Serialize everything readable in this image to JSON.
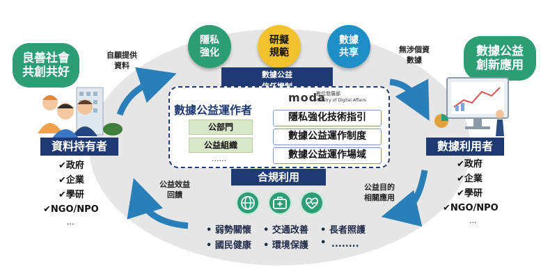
{
  "left_bubble": {
    "line1": "良善社會",
    "line2": "共創共好"
  },
  "right_bubble": {
    "line1": "數據公益",
    "line2": "創新應用"
  },
  "top_left_text": {
    "line1": "自願提供",
    "line2": "資料"
  },
  "top_right_text": {
    "line1": "無涉個資",
    "line2": "數據"
  },
  "bottom_left_text": {
    "line1": "公益效益",
    "line2": "回饋"
  },
  "bottom_right_text": {
    "line1": "公益目的",
    "line2": "相關應用"
  },
  "circles": [
    {
      "line1": "隱私",
      "line2": "強化",
      "color": "#2d9d74"
    },
    {
      "line1": "研擬",
      "line2": "規範",
      "color": "#f2c12e"
    },
    {
      "line1": "數據",
      "line2": "共享",
      "color": "#1e8fc6"
    }
  ],
  "trust_header": {
    "line1": "數據公益",
    "line2": "信任機制"
  },
  "operator": {
    "title": "數據公益運作者",
    "items": [
      "公部門",
      "公益組織"
    ],
    "ellipsis": "......"
  },
  "moda": {
    "logo": "moda",
    "zh": "數位發展部",
    "en": "Ministry of Digital Affairs"
  },
  "guides": [
    "隱私強化技術指引",
    "數據公益運作制度",
    "數據公益運作場域"
  ],
  "compliance": "合規利用",
  "data_holder": {
    "title": "資料持有者",
    "items": [
      "✔政府",
      "✔企業",
      "✔學研",
      "✔NGO/NPO"
    ],
    "ellipsis": "..."
  },
  "data_user": {
    "title": "數據利用者",
    "items": [
      "✔政府",
      "✔企業",
      "✔學研",
      "✔NGO/NPO"
    ],
    "ellipsis": "..."
  },
  "outcomes": {
    "row1": [
      "• 弱勢關懷",
      "• 交通改善",
      "• 長者照護"
    ],
    "row2": [
      "• 國民健康",
      "• 環境保護",
      "•",
      "........"
    ]
  },
  "colors": {
    "green": "#2d9d74",
    "navy": "#1f3a73",
    "yellow": "#f2c12e",
    "blue": "#1e8fc6",
    "arrow": "#2b7fb8"
  }
}
